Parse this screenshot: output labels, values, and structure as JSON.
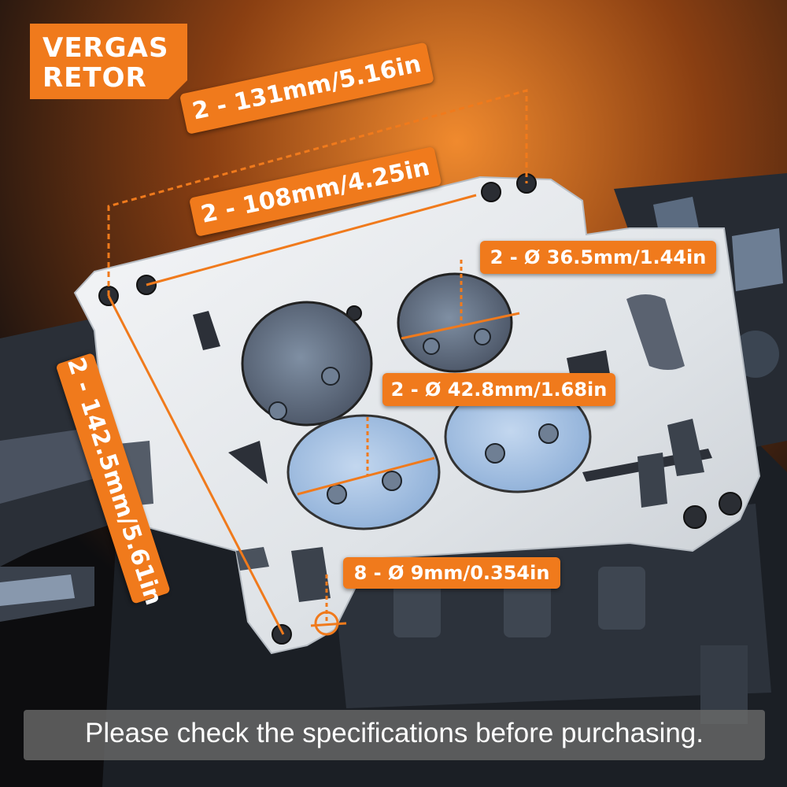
{
  "logo": {
    "line1": "VERGAS",
    "line2": "RETOR"
  },
  "dimensions": {
    "bolt_span_long": "2 - 131mm/5.16in",
    "bolt_span_short": "2 - 108mm/4.25in",
    "bolt_span_side": "2 - 142.5mm/5.61in",
    "bore_small": "2 - Ø 36.5mm/1.44in",
    "bore_large": "2 - Ø 42.8mm/1.68in",
    "mount_holes": "8 - Ø 9mm/0.354in"
  },
  "banner": {
    "text": "Please check the specifications before purchasing."
  },
  "colors": {
    "accent": "#f07a1c",
    "plate": "#e9ecef",
    "body": "#2b3038",
    "bore": "#a8c4e6"
  }
}
